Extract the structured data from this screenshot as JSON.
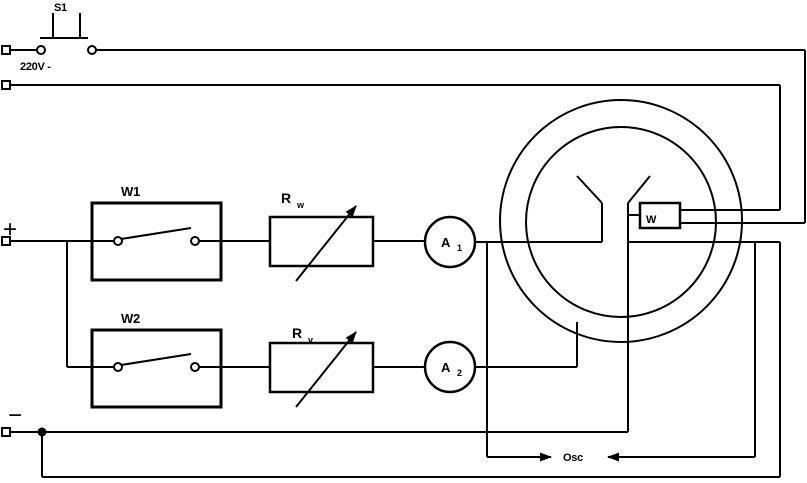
{
  "diagram": {
    "power": {
      "switch": "S1",
      "voltage": "220V -"
    },
    "terminals": {
      "plus": "+",
      "minus": "−"
    },
    "branch1": {
      "switch": "W1",
      "resistor": "R",
      "resistor_sub": "w",
      "ammeter": "A",
      "ammeter_sub": "1"
    },
    "branch2": {
      "switch": "W2",
      "resistor": "R",
      "resistor_sub": "v",
      "ammeter": "A",
      "ammeter_sub": "2"
    },
    "tube": {
      "filament": "W"
    },
    "oscilloscope": {
      "label": "Osc"
    },
    "colors": {
      "line": "#000000",
      "background": "#ffffff"
    }
  }
}
